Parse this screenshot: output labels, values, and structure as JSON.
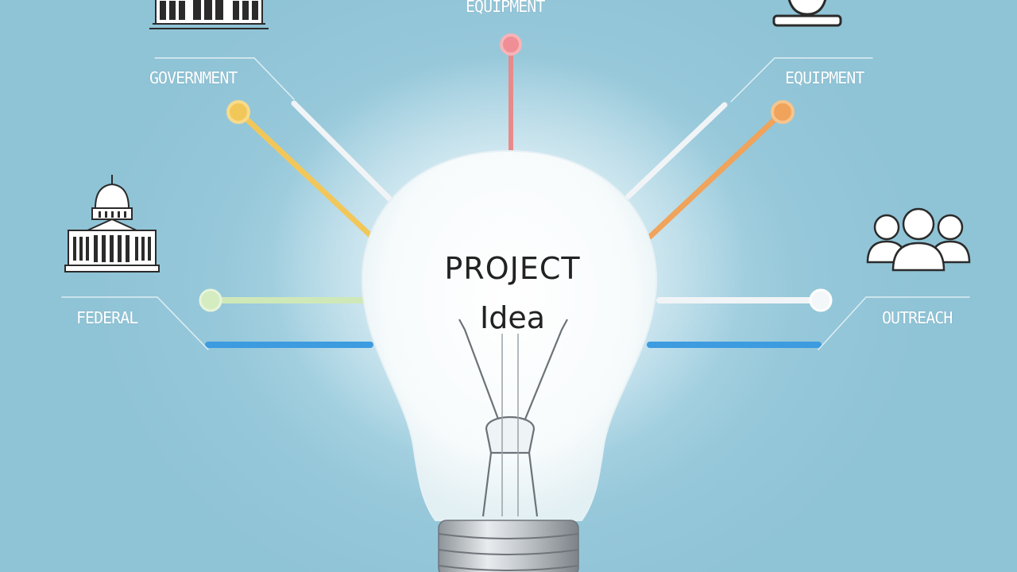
{
  "title_line1": "PROJECT",
  "title_line2": "Idea",
  "labels": {
    "top": "EQUIPMENT",
    "top_left": "GOVERNMENT",
    "top_right": "EQUIPMENT",
    "left": "FEDERAL",
    "right": "OUTREACH"
  },
  "colors": {
    "background": "#93c6d9",
    "top_line": "#e98a8a",
    "top_left_line": "#f2c75a",
    "top_right_line": "#f0a35a",
    "left_line": "#cfe8b8",
    "blue_line": "#3d9be0",
    "white_line": "#f1f4f6"
  },
  "icons": [
    "government-building-icon",
    "capitol-building-icon",
    "equipment-icon",
    "people-group-icon",
    "lightbulb-icon"
  ]
}
